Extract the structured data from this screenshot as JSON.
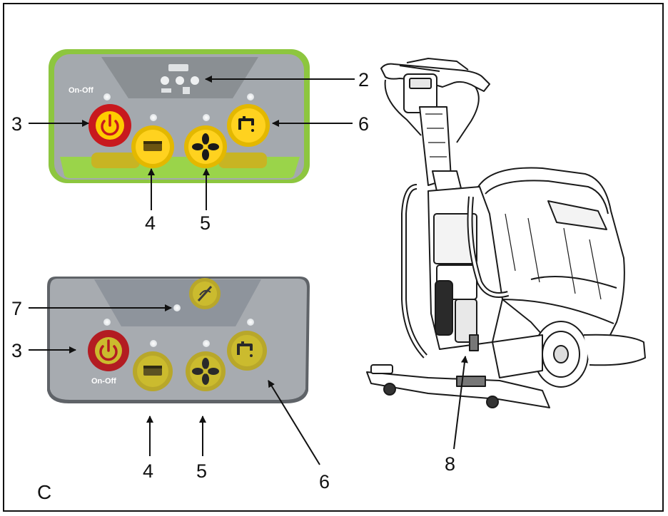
{
  "figure": {
    "label": "C"
  },
  "callouts": {
    "top_panel": {
      "c2": "2",
      "c3": "3",
      "c4": "4",
      "c5": "5",
      "c6": "6"
    },
    "bottom_panel": {
      "c7": "7",
      "c3": "3",
      "c4": "4",
      "c5": "5",
      "c6": "6"
    },
    "machine": {
      "c8": "8"
    }
  },
  "panels": {
    "top": {
      "on_off_text": "On-Off",
      "accent": "#8dc63f",
      "button_face": "#ffd21f"
    },
    "bottom": {
      "on_off_text": "On-Off",
      "accent": "#8e949c",
      "button_face": "#cbbb2e"
    }
  },
  "colors": {
    "power_ring": "#c8191e",
    "panel_gray": "#a7abb0"
  }
}
